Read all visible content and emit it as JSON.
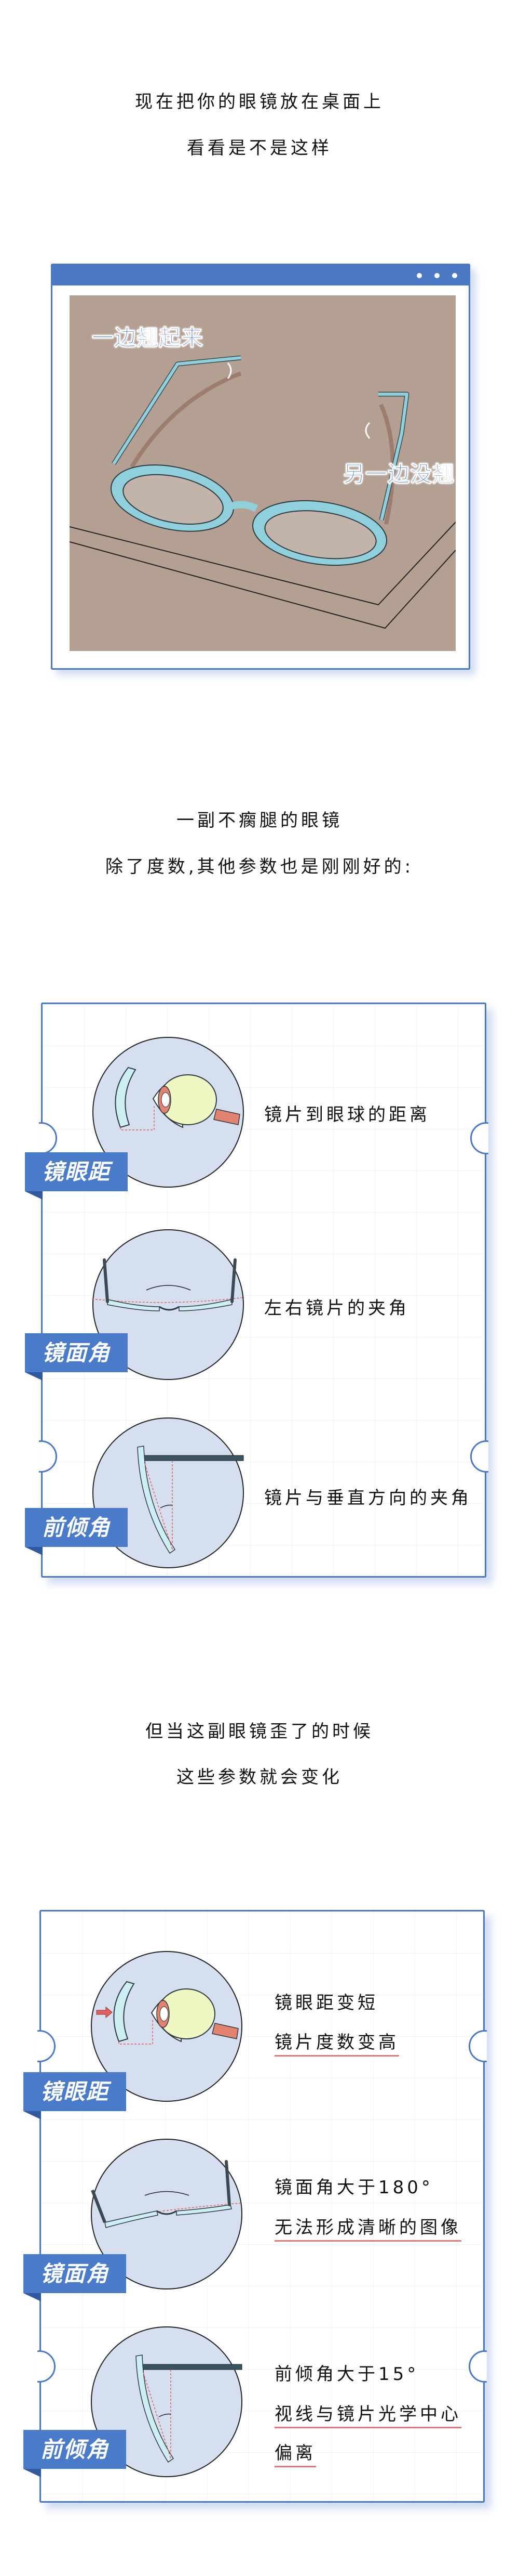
{
  "intro": {
    "line1": "现在把你的眼镜放在桌面上",
    "line2": "看看是不是这样"
  },
  "illustration": {
    "tag_raised": "一边翘起来",
    "tag_flat": "另一边没翘",
    "colors": {
      "bar": "#4a78c4",
      "table": "#b3a093",
      "frame": "#8fd0dc"
    }
  },
  "section2": {
    "line1": "一副不瘸腿的眼镜",
    "line2": "除了度数,其他参数也是刚刚好的:"
  },
  "card1": {
    "items": [
      {
        "label": "镜眼距",
        "lines": [
          "镜片到眼球的距离"
        ]
      },
      {
        "label": "镜面角",
        "lines": [
          "左右镜片的夹角"
        ]
      },
      {
        "label": "前倾角",
        "lines": [
          "镜片与垂直方向的夹角"
        ]
      }
    ]
  },
  "section3": {
    "line1": "但当这副眼镜歪了的时候",
    "line2": "这些参数就会变化"
  },
  "card2": {
    "items": [
      {
        "label": "镜眼距",
        "lines": [
          "镜眼距变短",
          "镜片度数变高"
        ]
      },
      {
        "label": "镜面角",
        "lines": [
          "镜面角大于180°",
          "无法形成清晰的图像"
        ]
      },
      {
        "label": "前倾角",
        "lines": [
          "前倾角大于15°",
          "视线与镜片光学中心",
          "偏离"
        ]
      }
    ]
  },
  "colors": {
    "accent": "#4a7bc8",
    "underline": "#e7767a",
    "circle_fill": "#d6dff0"
  }
}
